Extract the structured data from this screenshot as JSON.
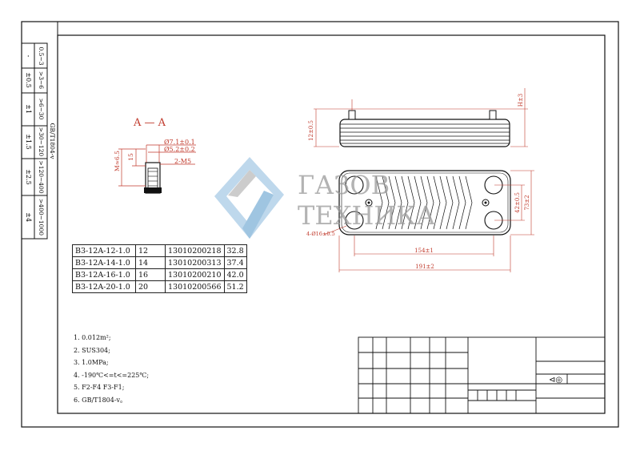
{
  "tolerance_strip": {
    "heading": "GB/T1804-v",
    "ranges": [
      "0.5~3",
      ">3~6",
      ">6~30",
      ">30~120",
      ">120~400",
      ">400~1000"
    ],
    "tolerances": [
      "-",
      "±0.5",
      "±1",
      "±1.5",
      "±2.5",
      "±4"
    ]
  },
  "section_view": {
    "title": "A — A",
    "dims": {
      "outer_dia": "Ø7.1±0.1",
      "inner_dia": "Ø5.2±0.2",
      "thread": "2-M5",
      "height": "15",
      "length": "M≈6.5"
    }
  },
  "side_view": {
    "left_dim": "12±0.5",
    "right_dim": "H±3"
  },
  "front_view": {
    "holes_dim": "4-Ø16±0.5",
    "width_inner": "154±1",
    "width_outer": "191±2",
    "height_inner": "42±0.5",
    "height_outer": "73±2"
  },
  "watermark": {
    "line1": "ГАЗОВ",
    "line2": "ТЕХНИКА"
  },
  "models_table": [
    [
      "B3-12A-12-1.0",
      "12",
      "13010200218",
      "32.8"
    ],
    [
      "B3-12A-14-1.0",
      "14",
      "13010200313",
      "37.4"
    ],
    [
      "B3-12A-16-1.0",
      "16",
      "13010200210",
      "42.0"
    ],
    [
      "B3-12A-20-1.0",
      "20",
      "13010200566",
      "51.2"
    ]
  ],
  "notes": [
    "1. 0.012m²;",
    "2. SUS304;",
    "3. 1.0MPa;",
    "4. -190℃<=t<=225℃;",
    "5. F2-F4 F3-F1;",
    "6. GB/T1804-v。"
  ],
  "title_block": {
    "projection_symbol": "⊲◎"
  },
  "colors": {
    "line": "#111111",
    "dim_red": "#c0392b",
    "watermark_blue": "#7fb2d8",
    "watermark_grey": "#9a9a9a"
  }
}
